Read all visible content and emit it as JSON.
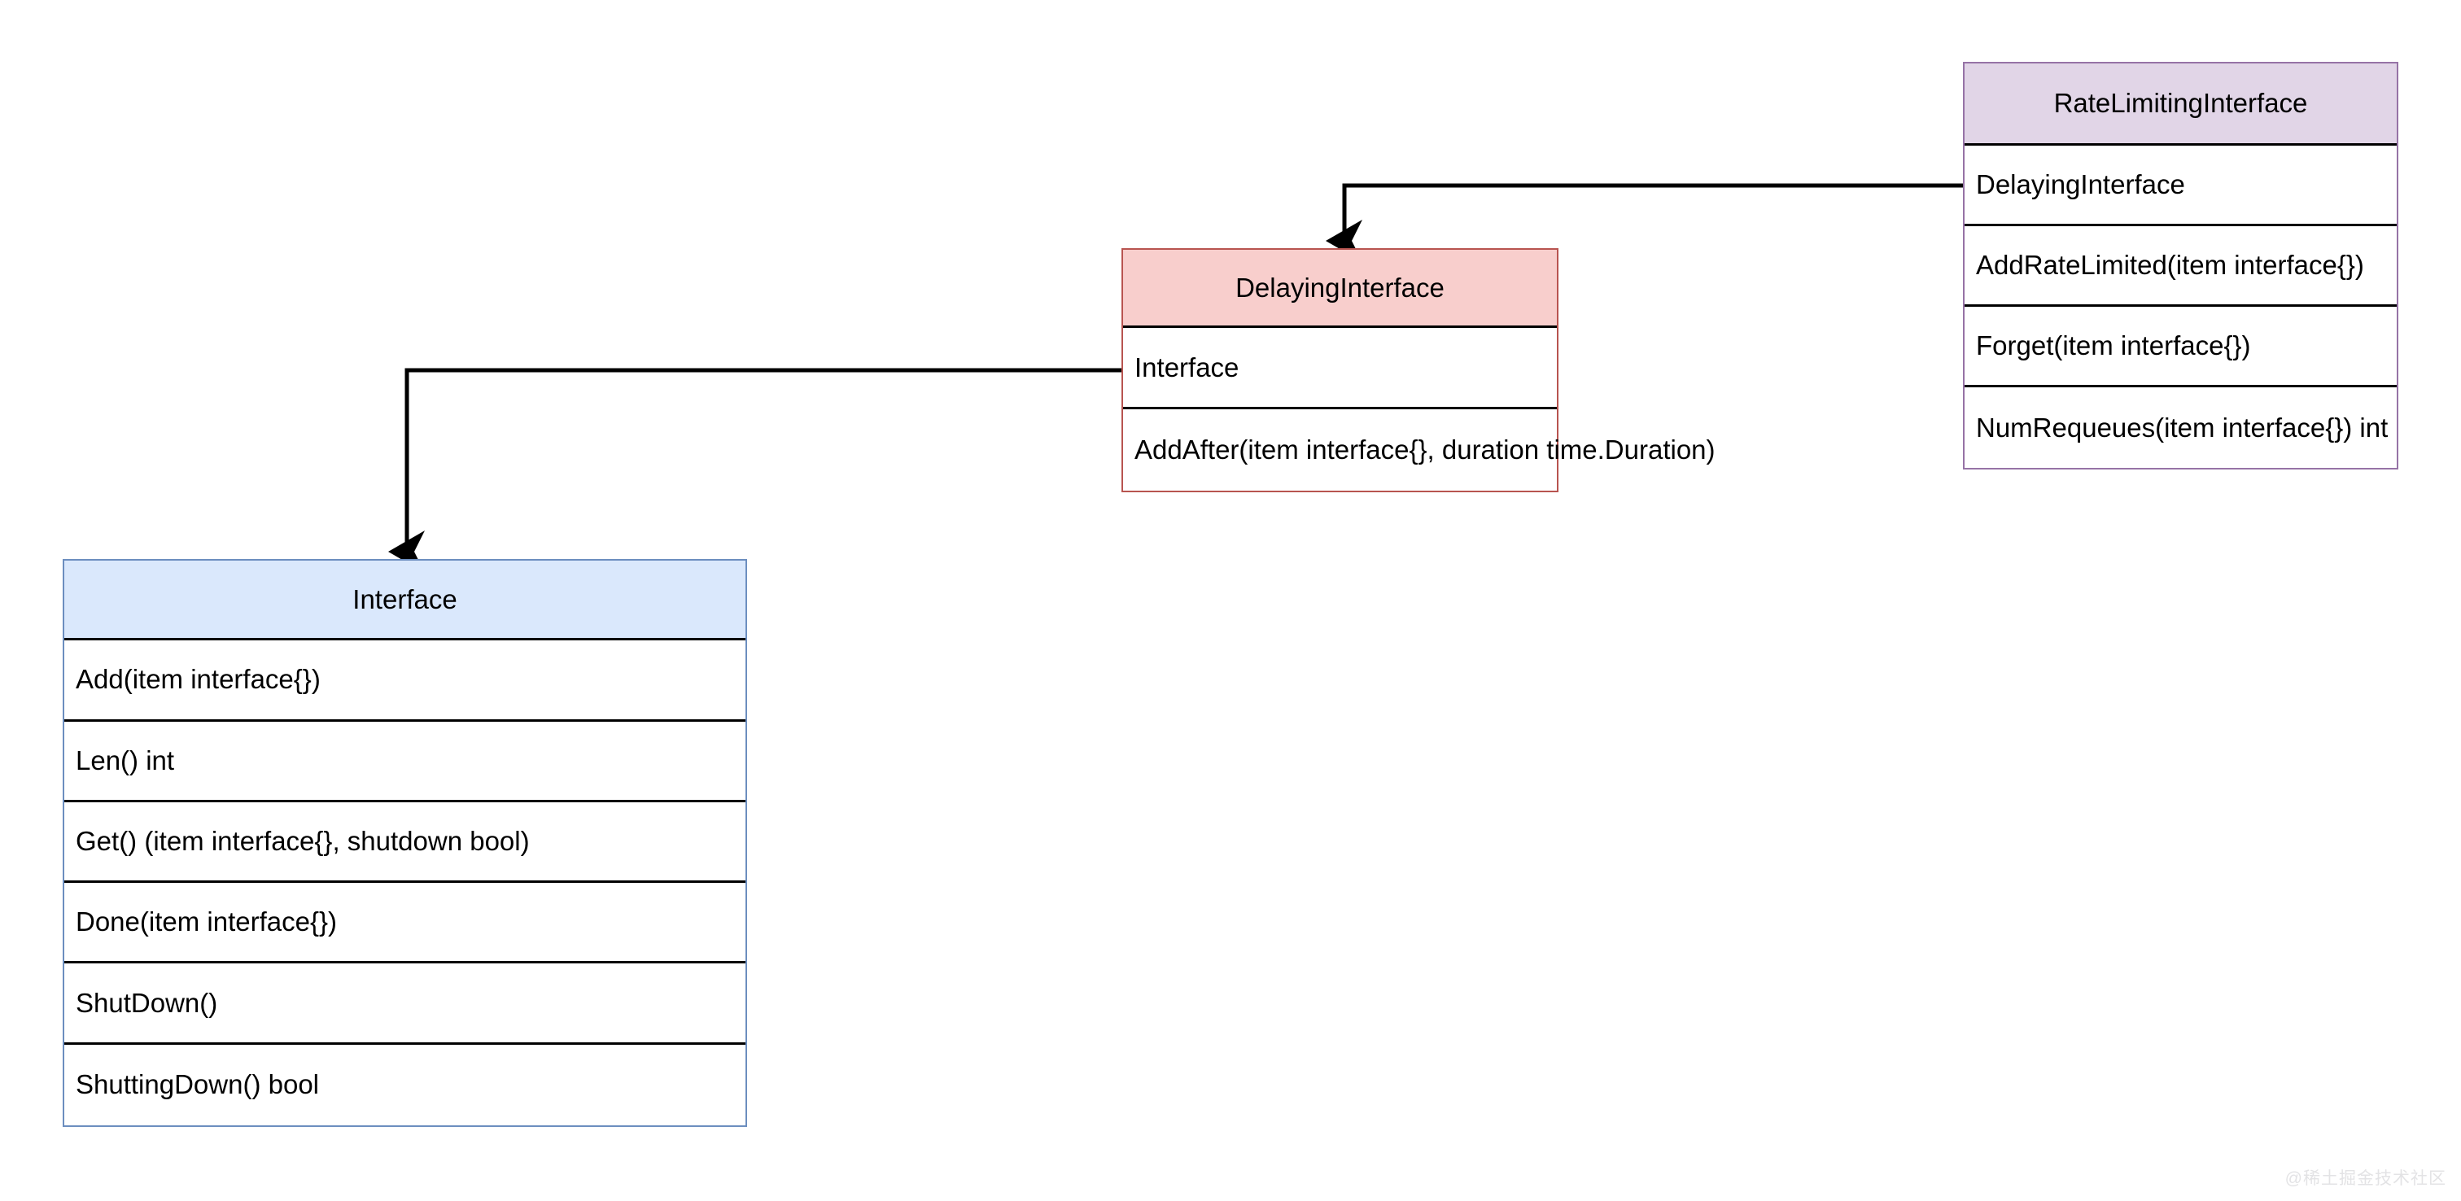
{
  "diagram": {
    "title": "Go workqueue interface hierarchy",
    "type": "uml-class-diagram",
    "background": "#ffffff",
    "classes": [
      {
        "id": "interface",
        "name": "Interface",
        "header_fill": "#dae8fc",
        "header_stroke": "#6c8ebf",
        "members": [
          "Add(item interface{})",
          "Len() int",
          "Get() (item interface{}, shutdown bool)",
          "Done(item interface{})",
          "ShutDown()",
          "ShuttingDown() bool"
        ]
      },
      {
        "id": "delaying",
        "name": "DelayingInterface",
        "header_fill": "#f8cecc",
        "header_stroke": "#b85450",
        "members": [
          "Interface",
          "AddAfter(item interface{}, duration time.Duration)"
        ]
      },
      {
        "id": "ratelimiting",
        "name": "RateLimitingInterface",
        "header_fill": "#e1d5e7",
        "header_stroke": "#9673a6",
        "members": [
          "DelayingInterface",
          "AddRateLimited(item interface{})",
          "Forget(item interface{})",
          "NumRequeues(item interface{}) int"
        ]
      }
    ],
    "connectors": [
      {
        "id": "ratelimiting-to-delaying",
        "from": "ratelimiting",
        "from_member": "DelayingInterface",
        "to": "delaying",
        "arrow": "open-arrow-down",
        "stroke": "#000000"
      },
      {
        "id": "delaying-to-interface",
        "from": "delaying",
        "from_member": "Interface",
        "to": "interface",
        "arrow": "open-arrow-down",
        "stroke": "#000000"
      }
    ]
  },
  "watermark": {
    "text": "@稀土掘金技术社区"
  }
}
